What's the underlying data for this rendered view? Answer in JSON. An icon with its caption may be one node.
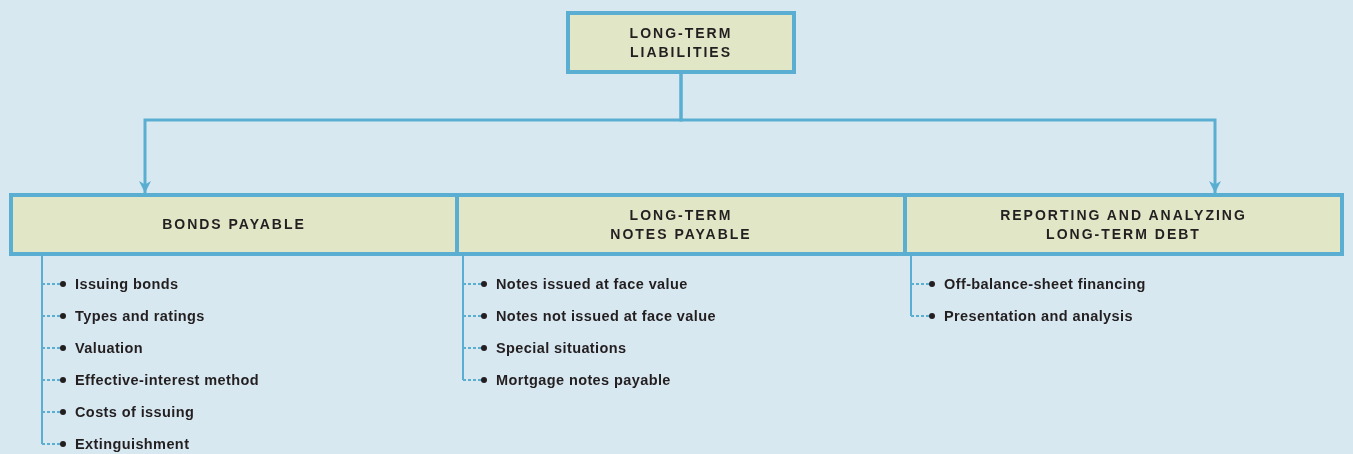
{
  "diagram": {
    "nodes": [
      {
        "text": [
          "LONG-TERM LIABILITIES"
        ]
      },
      {
        "text": [
          "BONDS PAYABLE"
        ]
      },
      {
        "text": [
          "LONG-TERM NOTES PAYABLE"
        ]
      },
      {
        "text": [
          "REPORTING AND ANALYZING LONG-TERM DEBT"
        ]
      },
      {
        "text": [
          "Issuing bonds"
        ]
      },
      {
        "text": [
          "Types and ratings"
        ]
      },
      {
        "text": [
          "Valuation"
        ]
      },
      {
        "text": [
          "Effective-interest method"
        ]
      },
      {
        "text": [
          "Costs of issuing"
        ]
      },
      {
        "text": [
          "Extinguishment"
        ]
      },
      {
        "text": [
          "Notes issued at face value"
        ]
      },
      {
        "text": [
          "Notes not issued at face value"
        ]
      },
      {
        "text": [
          "Special situations"
        ]
      },
      {
        "text": [
          "Mortgage notes payable"
        ]
      },
      {
        "text": [
          "Off-balance-sheet financing"
        ]
      },
      {
        "text": [
          "Presentation and analysis"
        ]
      }
    ],
    "edges": [
      {
        "from": 0,
        "to": 1,
        "arrow": "to"
      },
      {
        "from": 0,
        "to": 3,
        "arrow": "to"
      },
      {
        "from": 1,
        "to": 4,
        "arrow": "none",
        "style": "dashed"
      },
      {
        "from": 1,
        "to": 5,
        "arrow": "none",
        "style": "dashed"
      },
      {
        "from": 1,
        "to": 6,
        "arrow": "none",
        "style": "dashed"
      },
      {
        "from": 1,
        "to": 7,
        "arrow": "none",
        "style": "dashed"
      },
      {
        "from": 1,
        "to": 8,
        "arrow": "none",
        "style": "dashed"
      },
      {
        "from": 1,
        "to": 9,
        "arrow": "none",
        "style": "dashed"
      },
      {
        "from": 2,
        "to": 10,
        "arrow": "none",
        "style": "dashed"
      },
      {
        "from": 2,
        "to": 11,
        "arrow": "none",
        "style": "dashed"
      },
      {
        "from": 2,
        "to": 12,
        "arrow": "none",
        "style": "dashed"
      },
      {
        "from": 2,
        "to": 13,
        "arrow": "none",
        "style": "dashed"
      },
      {
        "from": 3,
        "to": 14,
        "arrow": "none",
        "style": "dashed"
      },
      {
        "from": 3,
        "to": 15,
        "arrow": "none",
        "style": "dashed"
      }
    ]
  }
}
